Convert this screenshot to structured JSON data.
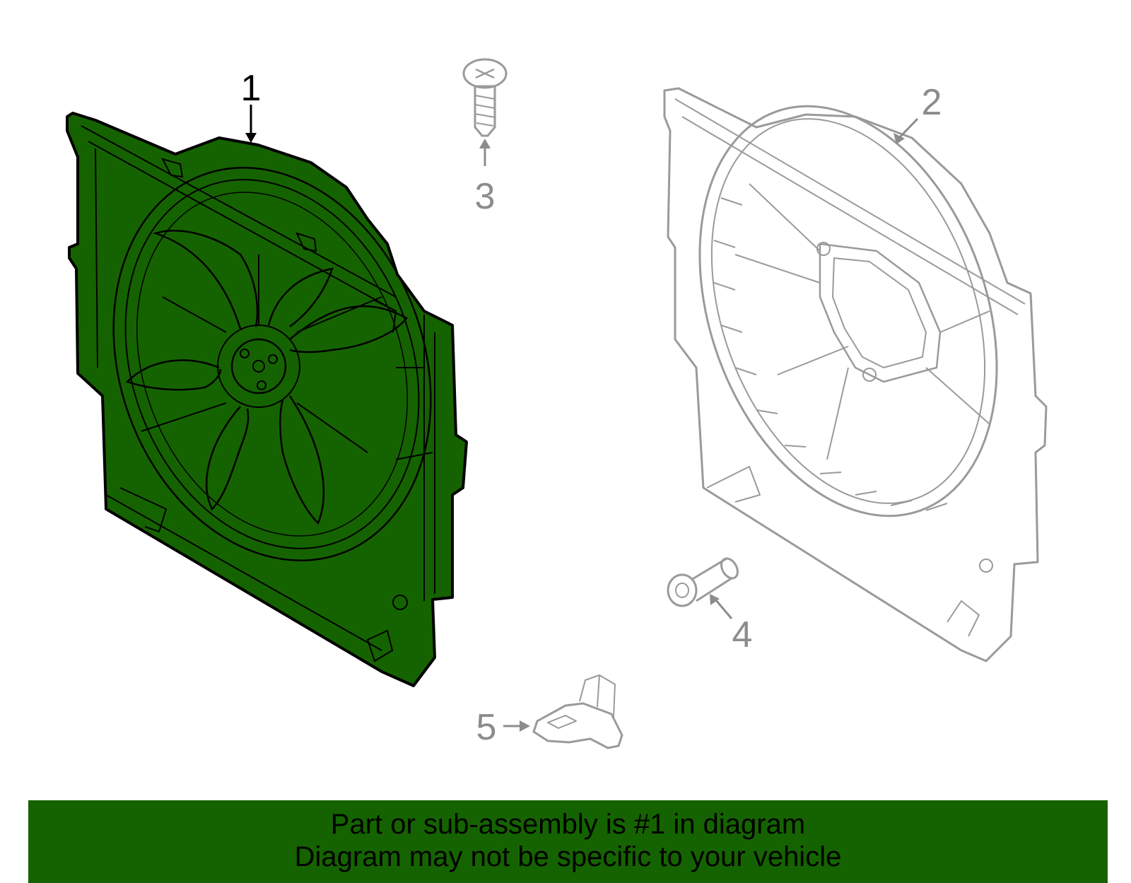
{
  "diagram": {
    "callouts": [
      {
        "id": "1",
        "label": "1"
      },
      {
        "id": "2",
        "label": "2"
      },
      {
        "id": "3",
        "label": "3"
      },
      {
        "id": "4",
        "label": "4"
      },
      {
        "id": "5",
        "label": "5"
      }
    ],
    "highlight_color": "#156300",
    "muted_color": "#8c8c8c"
  },
  "banner": {
    "line1": "Part or sub-assembly is #1 in diagram",
    "line2": "Diagram may not be specific to your vehicle"
  }
}
